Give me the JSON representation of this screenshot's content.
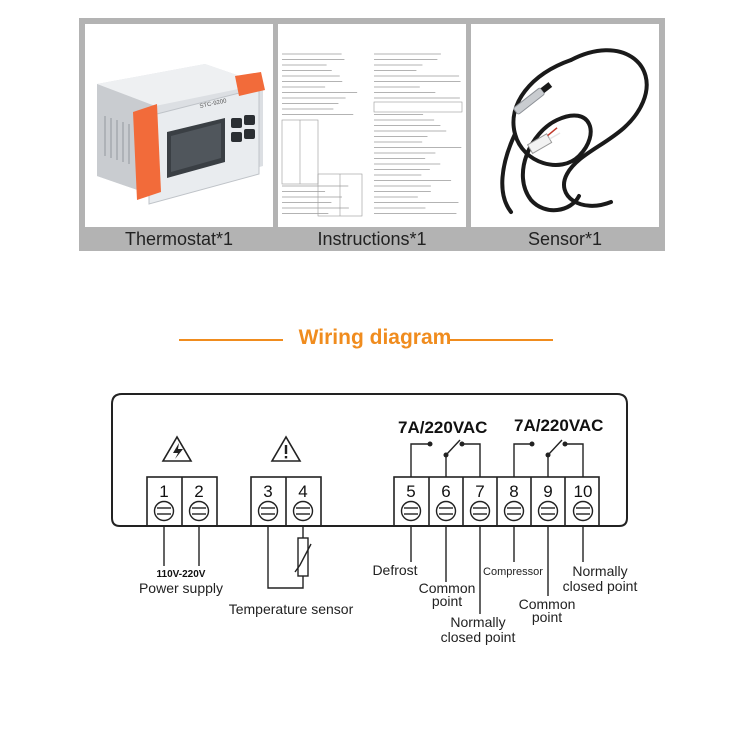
{
  "products": {
    "thermostat": {
      "caption": "Thermostat*1",
      "brand_label": "STC-9200"
    },
    "instructions": {
      "caption": "Instructions*1"
    },
    "sensor": {
      "caption": "Sensor*1"
    }
  },
  "heading": {
    "title": "Wiring diagram"
  },
  "colors": {
    "accent": "#f08c1e",
    "device_orange": "#f26b3a",
    "line": "#222222"
  },
  "diagram": {
    "terminals": [
      "1",
      "2",
      "3",
      "4",
      "5",
      "6",
      "7",
      "8",
      "9",
      "10"
    ],
    "rating_left": "7A/220VAC",
    "rating_right": "7A/220VAC",
    "voltage": "110V-220V",
    "labels": {
      "power_supply": "Power supply",
      "temperature_sensor": "Temperature sensor",
      "defrost": "Defrost",
      "common_point_1a": "Common",
      "common_point_1b": "point",
      "normally_closed_1a": "Normally",
      "normally_closed_1b": "closed point",
      "compressor": "Compressor",
      "common_point_2a": "Common",
      "common_point_2b": "point",
      "normally_closed_2a": "Normally",
      "normally_closed_2b": "closed point"
    },
    "warning_icons": [
      "lightning-warning-icon",
      "exclamation-warning-icon"
    ]
  }
}
